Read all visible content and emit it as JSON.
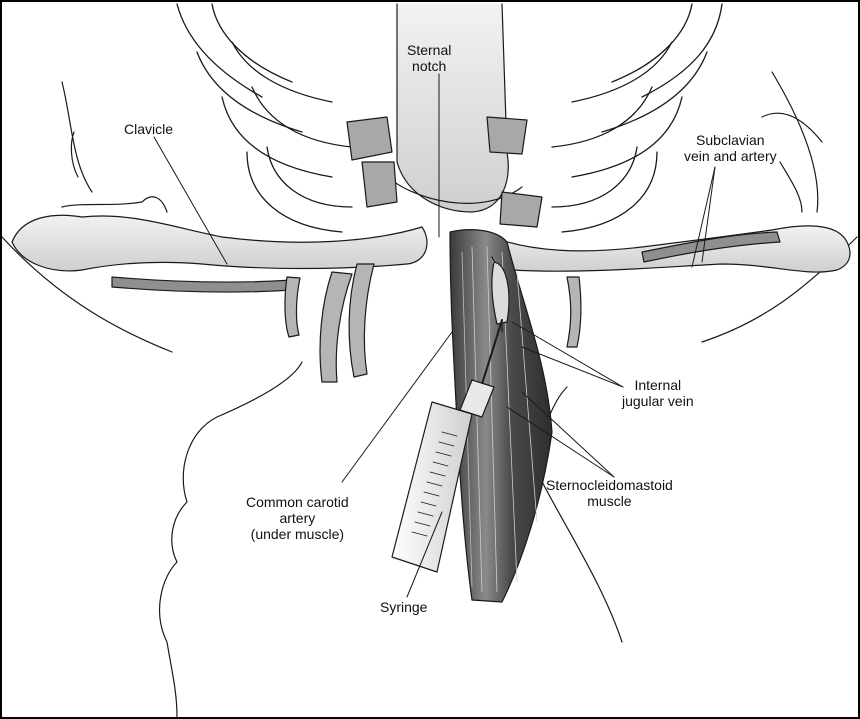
{
  "labels": {
    "sternal_notch": "Sternal\nnotch",
    "clavicle": "Clavicle",
    "subclavian": "Subclavian\nvein and artery",
    "internal_jugular": "Internal\njugular vein",
    "carotid": "Common carotid\nartery\n(under muscle)",
    "scm": "Sternocleidomastoid\nmuscle",
    "syringe": "Syringe"
  },
  "colors": {
    "outline": "#1a1a1a",
    "bone": "#e6e6e6",
    "bone_dark": "#bdbdbd",
    "vessel": "#9a9a9a",
    "muscle": "#555555",
    "background": "#ffffff"
  }
}
